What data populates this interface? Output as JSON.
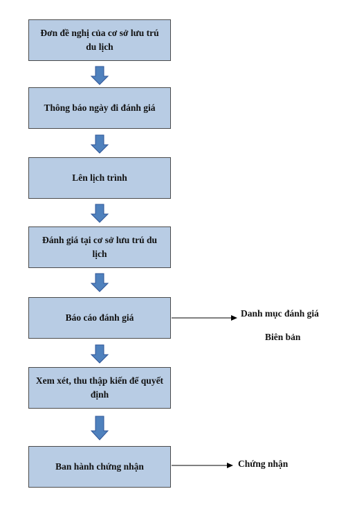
{
  "steps": [
    {
      "label": "Đơn đề nghị của cơ sở lưu trú du lịch"
    },
    {
      "label": "Thông báo ngày đi đánh giá"
    },
    {
      "label": "Lên lịch trình"
    },
    {
      "label": "Đánh giá tại cơ sở lưu trú du lịch"
    },
    {
      "label": "Báo cáo đánh giá"
    },
    {
      "label": "Xem xét, thu thập  kiến để quyết định"
    },
    {
      "label": "Ban hành chứng nhận"
    }
  ],
  "outputs": {
    "report_output_1": "Danh mục đánh giá",
    "report_output_2": "Biên bản",
    "certificate_output": "Chứng nhận"
  },
  "colors": {
    "box_fill": "#b8cce4",
    "arrow_fill": "#4f81bd",
    "arrow_stroke": "#2f5597"
  }
}
